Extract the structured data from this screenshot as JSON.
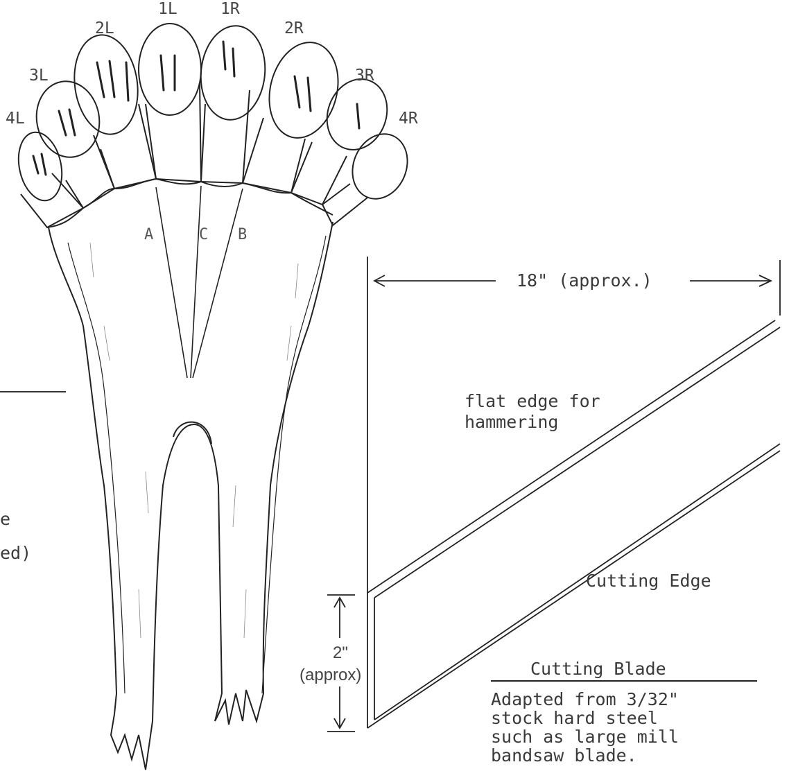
{
  "fin": {
    "ray_labels": [
      "4L",
      "3L",
      "2L",
      "1L",
      "1R",
      "2R",
      "3R",
      "4R"
    ],
    "lines": {
      "a": "A",
      "c": "C",
      "b": "B"
    }
  },
  "partial_text": {
    "line1": "e",
    "line2": "ed)"
  },
  "blade": {
    "length_label": "18\" (approx.)",
    "height_label_1": "2\"",
    "height_label_2": "(approx)",
    "flat_edge_label_1": "flat edge for",
    "flat_edge_label_2": "hammering",
    "cutting_edge_label": "Cutting Edge",
    "title": "Cutting Blade",
    "description": [
      "Adapted from 3/32\"",
      "stock hard steel",
      "such as large mill",
      "bandsaw blade."
    ]
  }
}
